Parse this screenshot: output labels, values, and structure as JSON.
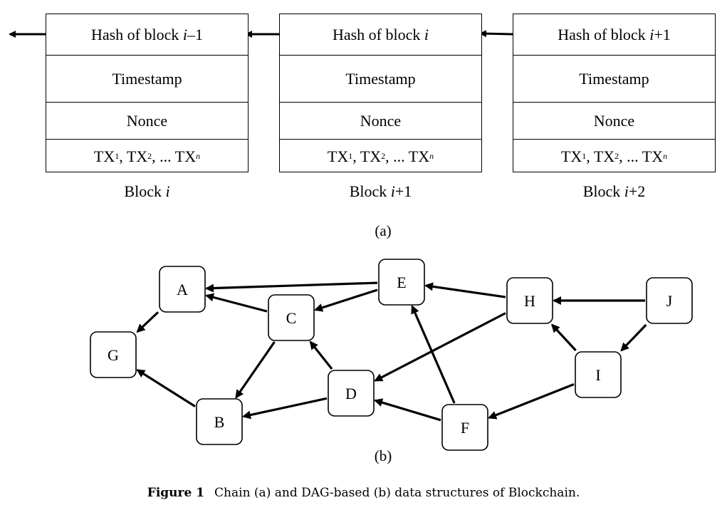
{
  "part_a": {
    "blocks": [
      {
        "hash": "Hash of block ",
        "hash_var": "i",
        "hash_suffix": "–1",
        "caption": "Block ",
        "caption_var": "i",
        "caption_suffix": ""
      },
      {
        "hash": "Hash of block ",
        "hash_var": "i",
        "hash_suffix": "",
        "caption": "Block ",
        "caption_var": "i",
        "caption_suffix": "+1"
      },
      {
        "hash": "Hash of block ",
        "hash_var": "i",
        "hash_suffix": "+1",
        "caption": "Block ",
        "caption_var": "i",
        "caption_suffix": "+2"
      }
    ],
    "timestamp": "Timestamp",
    "nonce": "Nonce",
    "tx": {
      "t1": "TX",
      "s1": "1",
      "sep1": ", TX",
      "s2": "2",
      "sep2": ", ... TX",
      "sn": "n"
    },
    "label": "(a)"
  },
  "part_b": {
    "nodes": [
      "A",
      "B",
      "C",
      "D",
      "E",
      "F",
      "G",
      "H",
      "I",
      "J"
    ],
    "edges": [
      [
        "A",
        "G"
      ],
      [
        "C",
        "A"
      ],
      [
        "E",
        "A"
      ],
      [
        "E",
        "C"
      ],
      [
        "C",
        "B"
      ],
      [
        "B",
        "G"
      ],
      [
        "D",
        "C"
      ],
      [
        "D",
        "B"
      ],
      [
        "H",
        "E"
      ],
      [
        "H",
        "D"
      ],
      [
        "F",
        "E"
      ],
      [
        "F",
        "D"
      ],
      [
        "J",
        "H"
      ],
      [
        "I",
        "H"
      ],
      [
        "J",
        "I"
      ],
      [
        "I",
        "F"
      ]
    ],
    "label": "(b)"
  },
  "figure_caption": {
    "label": "Figure 1",
    "text": "Chain (a) and DAG-based (b) data structures of Blockchain."
  }
}
